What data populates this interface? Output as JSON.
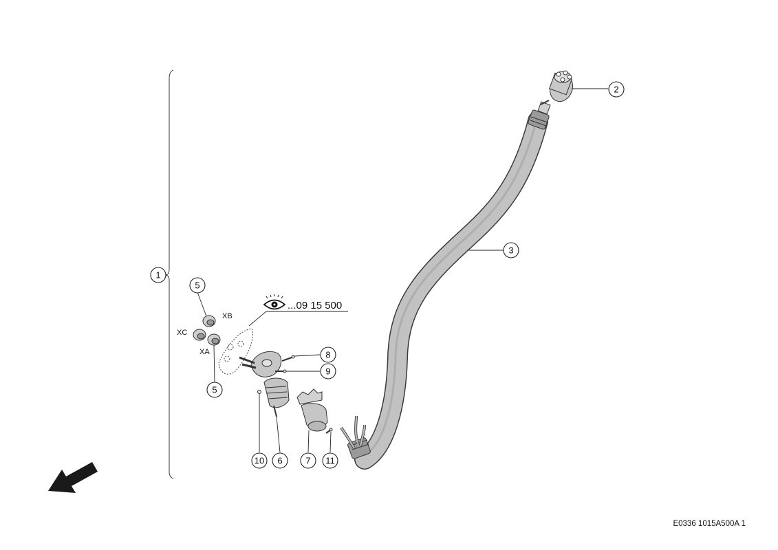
{
  "callouts": {
    "c1": "1",
    "c2": "2",
    "c3": "3",
    "c5a": "5",
    "c5b": "5",
    "c6": "6",
    "c7": "7",
    "c8": "8",
    "c9": "9",
    "c10": "10",
    "c11": "11"
  },
  "connector_labels": {
    "xb": "XB",
    "xc": "XC",
    "xa": "XA"
  },
  "reference": {
    "icon": "eye-icon",
    "text": "...09 15 500"
  },
  "direction_arrow": {
    "icon": "direction-arrow-icon"
  },
  "drawing_code": "E0336 1015A500A 1",
  "colors": {
    "hose_fill": "#bdbdbd",
    "hose_stroke": "#3a3a3a",
    "part_fill": "#cfcfcf",
    "line": "#222222"
  }
}
